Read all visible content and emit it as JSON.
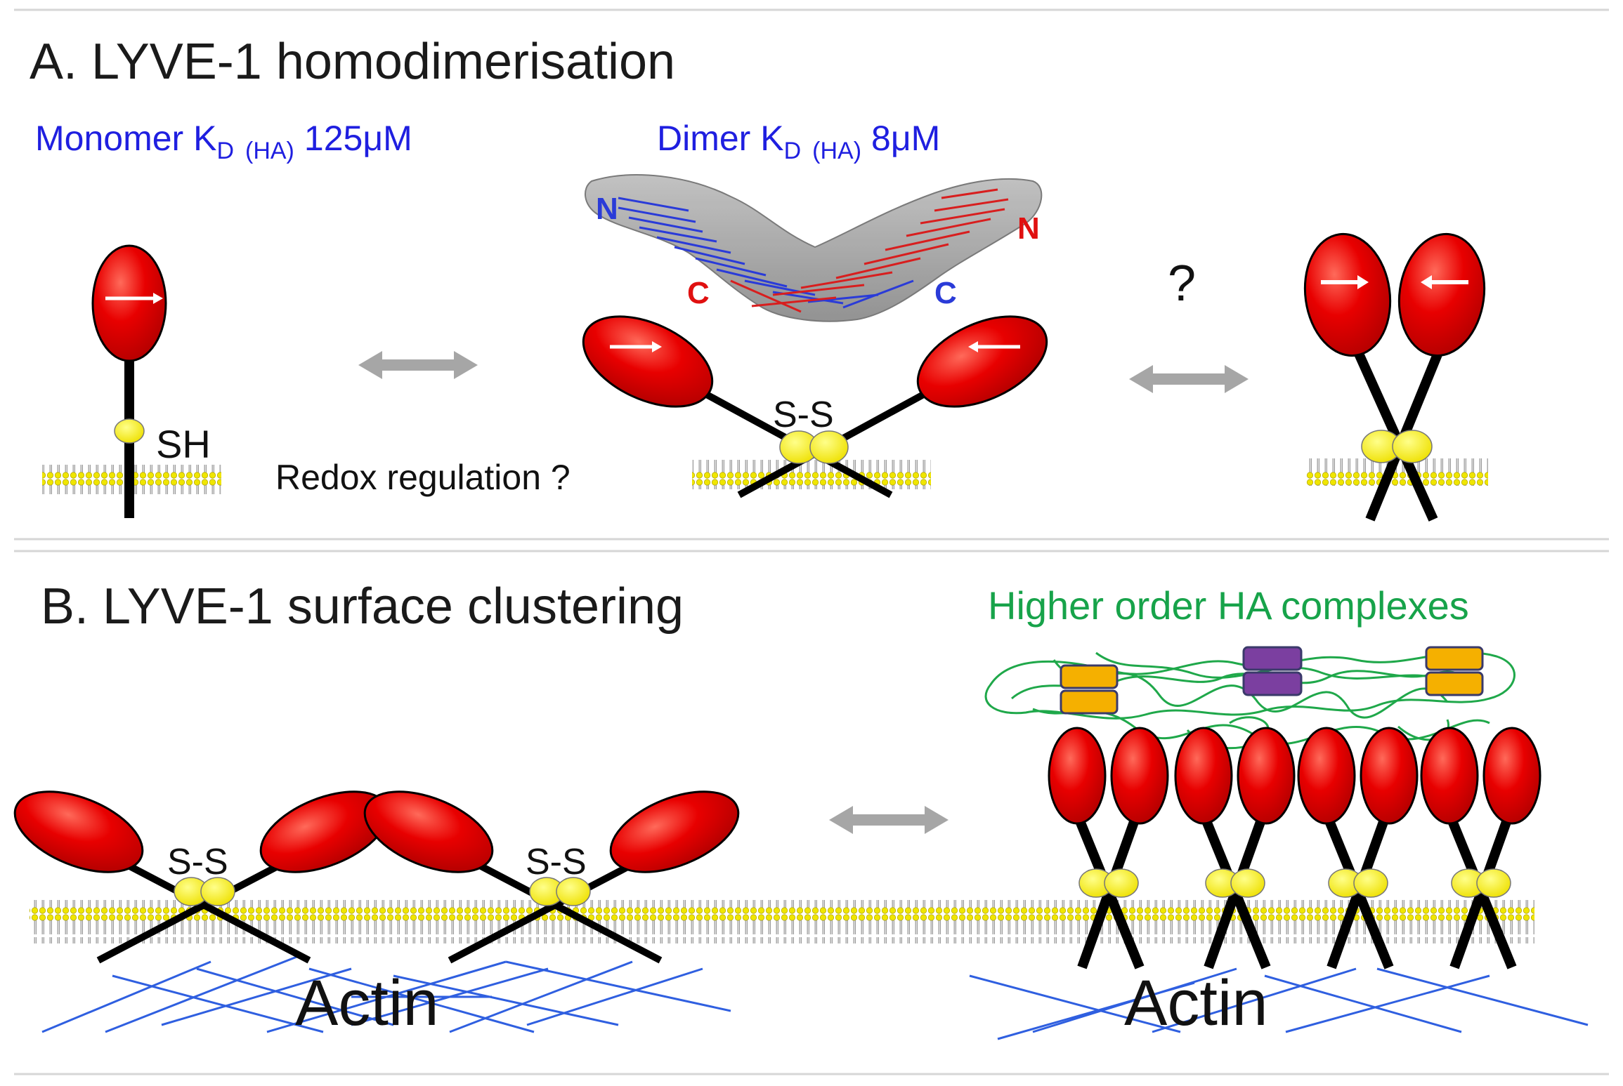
{
  "panel_a": {
    "title": "A.   LYVE-1 homodimerisation",
    "monomer_kd": {
      "prefix": "Monomer K",
      "sub": "D",
      "ligand": "(HA)",
      "value": "125μM"
    },
    "dimer_kd": {
      "prefix": "Dimer K",
      "sub": "D",
      "ligand": "(HA)",
      "value": "8μM"
    },
    "sh_label": "SH",
    "redox_label": "Redox regulation ?",
    "disulfide_label": "S-S",
    "question_label": "?",
    "termini": {
      "n_left": "N",
      "c_left": "C",
      "n_right": "N",
      "c_right": "C"
    }
  },
  "panel_b": {
    "title": "B.   LYVE-1 surface clustering",
    "ha_complex_label": "Higher order HA complexes",
    "disulfide_label_1": "S-S",
    "disulfide_label_2": "S-S",
    "actin_left": "Actin",
    "actin_right": "Actin"
  },
  "colors": {
    "receptor_head": "#e00000",
    "thiol_bead": "#f5ee00",
    "arrow": "#a6a6a6",
    "actin": "#2f5fe0",
    "ha_strand": "#1fa84a",
    "protein_orange": "#f5b000",
    "protein_purple": "#7b3fa0",
    "kd_text": "#1f1fe0"
  }
}
